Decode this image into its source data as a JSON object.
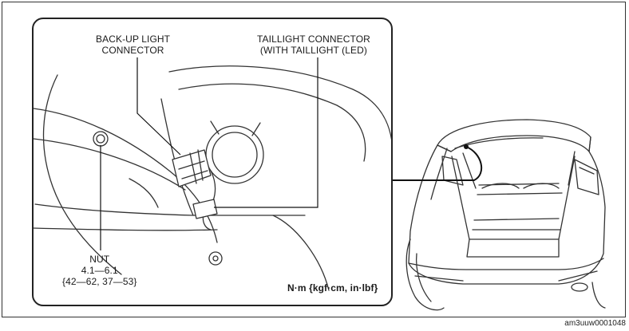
{
  "callouts": {
    "backup_connector": [
      "BACK-UP LIGHT",
      "CONNECTOR"
    ],
    "taillight_connector": [
      "TAILLIGHT CONNECTOR",
      "(WITH TAILLIGHT (LED)"
    ],
    "nut": {
      "name": "NUT",
      "torque_nm": "4.1—6.1",
      "torque_alt": "{42—62, 37—53}"
    }
  },
  "units_label": "N·m {kgf·cm, in·lbf}",
  "figure_id": "am3uuw0001048"
}
